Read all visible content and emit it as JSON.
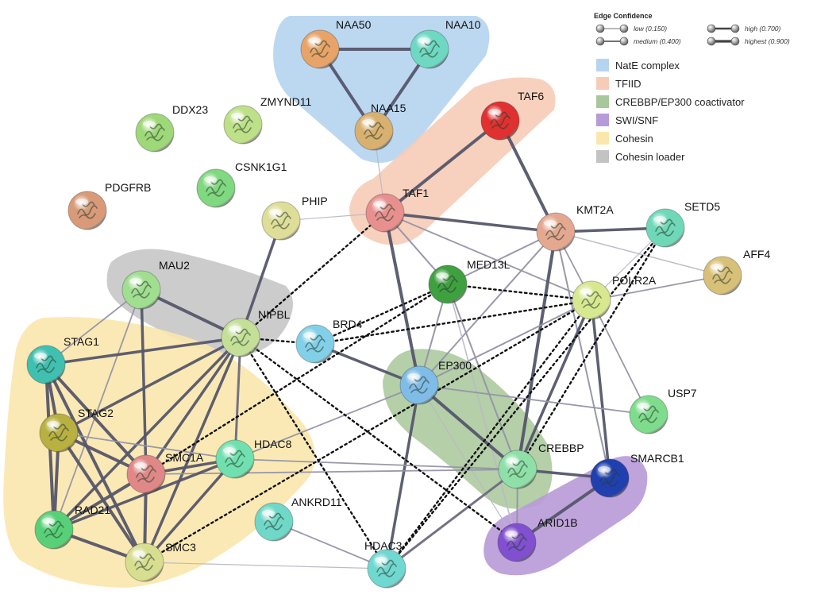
{
  "legend": {
    "title": "Edge Confidence",
    "confidence": [
      {
        "key": "low",
        "label": "low (0.150)"
      },
      {
        "key": "high",
        "label": "high (0.700)"
      },
      {
        "key": "medium",
        "label": "medium (0.400)"
      },
      {
        "key": "highest",
        "label": "highest (0.900)"
      }
    ],
    "groups": [
      {
        "key": "nate",
        "label": "NatE complex",
        "color": "#b5d4f0"
      },
      {
        "key": "tfiid",
        "label": "TFIID",
        "color": "#f6ccb7"
      },
      {
        "key": "crebbp",
        "label": "CREBBP/EP300 coactivator",
        "color": "#a8c79a"
      },
      {
        "key": "swisnf",
        "label": "SWI/SNF",
        "color": "#b89ad8"
      },
      {
        "key": "cohesin",
        "label": "Cohesin",
        "color": "#fbe7ad"
      },
      {
        "key": "loader",
        "label": "Cohesin loader",
        "color": "#c3c3c3"
      }
    ]
  },
  "nodes": [
    {
      "id": "NAA50",
      "label": "NAA50",
      "color": "#e8a468",
      "icon": "protein-structure-icon"
    },
    {
      "id": "NAA10",
      "label": "NAA10",
      "color": "#6ed8c2",
      "icon": "protein-structure-icon"
    },
    {
      "id": "NAA15",
      "label": "NAA15",
      "color": "#d8b070",
      "icon": "protein-structure-icon"
    },
    {
      "id": "TAF6",
      "label": "TAF6",
      "color": "#e03030",
      "icon": "protein-structure-icon"
    },
    {
      "id": "TAF1",
      "label": "TAF1",
      "color": "#e89090",
      "icon": "protein-structure-icon"
    },
    {
      "id": "KMT2A",
      "label": "KMT2A",
      "color": "#e4a890",
      "icon": "protein-structure-icon"
    },
    {
      "id": "SETD5",
      "label": "SETD5",
      "color": "#6ed8b8",
      "icon": "protein-structure-icon"
    },
    {
      "id": "AFF4",
      "label": "AFF4",
      "color": "#d8c078",
      "icon": "protein-structure-icon"
    },
    {
      "id": "DDX23",
      "label": "DDX23",
      "color": "#9ed878",
      "icon": "protein-structure-icon"
    },
    {
      "id": "ZMYND11",
      "label": "ZMYND11",
      "color": "#bde088",
      "icon": "protein-structure-icon"
    },
    {
      "id": "CSNK1G1",
      "label": "CSNK1G1",
      "color": "#80d880",
      "icon": "protein-structure-icon"
    },
    {
      "id": "PDGFRB",
      "label": "PDGFRB",
      "color": "#d89a78",
      "icon": "protein-structure-icon"
    },
    {
      "id": "PHIP",
      "label": "PHIP",
      "color": "#dede98",
      "icon": "protein-structure-icon"
    },
    {
      "id": "MED13L",
      "label": "MED13L",
      "color": "#3fa040",
      "icon": "protein-structure-icon"
    },
    {
      "id": "POLR2A",
      "label": "POLR2A",
      "color": "#d8e890",
      "icon": "protein-structure-icon"
    },
    {
      "id": "MAU2",
      "label": "MAU2",
      "color": "#a0de90",
      "icon": "protein-structure-icon"
    },
    {
      "id": "NIPBL",
      "label": "NIPBL",
      "color": "#c4e098",
      "icon": "protein-structure-icon"
    },
    {
      "id": "BRD4",
      "label": "BRD4",
      "color": "#82d0e8",
      "icon": "protein-structure-icon"
    },
    {
      "id": "STAG1",
      "label": "STAG1",
      "color": "#40c0b0",
      "icon": "protein-structure-icon"
    },
    {
      "id": "EP300",
      "label": "EP300",
      "color": "#80bce8",
      "icon": "protein-structure-icon"
    },
    {
      "id": "USP7",
      "label": "USP7",
      "color": "#7edc8c",
      "icon": "protein-structure-icon"
    },
    {
      "id": "STAG2",
      "label": "STAG2",
      "color": "#b8b040",
      "icon": "protein-structure-icon"
    },
    {
      "id": "SMC1A",
      "label": "SMC1A",
      "color": "#e08888",
      "icon": "protein-structure-icon"
    },
    {
      "id": "HDAC8",
      "label": "HDAC8",
      "color": "#70e0b0",
      "icon": "protein-structure-icon"
    },
    {
      "id": "CREBBP",
      "label": "CREBBP",
      "color": "#8ee0a8",
      "icon": "protein-structure-icon"
    },
    {
      "id": "SMARCB1",
      "label": "SMARCB1",
      "color": "#2040b0",
      "icon": "protein-structure-icon"
    },
    {
      "id": "RAD21",
      "label": "RAD21",
      "color": "#58d078",
      "icon": "protein-structure-icon"
    },
    {
      "id": "ANKRD11",
      "label": "ANKRD11",
      "color": "#70d8c8",
      "icon": "protein-structure-icon"
    },
    {
      "id": "ARID1B",
      "label": "ARID1B",
      "color": "#8050d0",
      "icon": "protein-structure-icon"
    },
    {
      "id": "SMC3",
      "label": "SMC3",
      "color": "#d8de90",
      "icon": "protein-structure-icon"
    },
    {
      "id": "HDAC3",
      "label": "HDAC3",
      "color": "#70d8d0",
      "icon": "protein-structure-icon"
    }
  ],
  "edges": [
    {
      "a": "NAA50",
      "b": "NAA10",
      "w": 4
    },
    {
      "a": "NAA50",
      "b": "NAA15",
      "w": 4
    },
    {
      "a": "NAA10",
      "b": "NAA15",
      "w": 4
    },
    {
      "a": "NAA15",
      "b": "TAF1",
      "w": 1.2
    },
    {
      "a": "TAF6",
      "b": "TAF1",
      "w": 4
    },
    {
      "a": "TAF6",
      "b": "KMT2A",
      "w": 4
    },
    {
      "a": "TAF1",
      "b": "KMT2A",
      "w": 3.5
    },
    {
      "a": "TAF1",
      "b": "PHIP",
      "w": 1.2
    },
    {
      "a": "TAF1",
      "b": "MED13L",
      "w": 2
    },
    {
      "a": "TAF1",
      "b": "POLR2A",
      "w": 1.8
    },
    {
      "a": "TAF1",
      "b": "EP300",
      "w": 4
    },
    {
      "a": "KMT2A",
      "b": "SETD5",
      "w": 3.5
    },
    {
      "a": "KMT2A",
      "b": "AFF4",
      "w": 1.5
    },
    {
      "a": "KMT2A",
      "b": "POLR2A",
      "w": 1.8
    },
    {
      "a": "KMT2A",
      "b": "MED13L",
      "w": 2
    },
    {
      "a": "KMT2A",
      "b": "EP300",
      "w": 2
    },
    {
      "a": "KMT2A",
      "b": "CREBBP",
      "w": 4
    },
    {
      "a": "KMT2A",
      "b": "SMARCB1",
      "w": 2
    },
    {
      "a": "SETD5",
      "b": "POLR2A",
      "w": 1.2
    },
    {
      "a": "POLR2A",
      "b": "AFF4",
      "w": 1.8
    },
    {
      "a": "POLR2A",
      "b": "USP7",
      "w": 1.8
    },
    {
      "a": "POLR2A",
      "b": "CREBBP",
      "w": 3.5
    },
    {
      "a": "POLR2A",
      "b": "SMARCB1",
      "w": 3.5
    },
    {
      "a": "POLR2A",
      "b": "EP300",
      "w": 2
    },
    {
      "a": "MED13L",
      "b": "EP300",
      "w": 2
    },
    {
      "a": "MED13L",
      "b": "CREBBP",
      "w": 2
    },
    {
      "a": "MED13L",
      "b": "ARID1B",
      "w": 1.5
    },
    {
      "a": "PHIP",
      "b": "NIPBL",
      "w": 3.5
    },
    {
      "a": "BRD4",
      "b": "EP300",
      "w": 3.5
    },
    {
      "a": "EP300",
      "b": "CREBBP",
      "w": 4
    },
    {
      "a": "EP300",
      "b": "USP7",
      "w": 1.8
    },
    {
      "a": "EP300",
      "b": "HDAC3",
      "w": 3.5
    },
    {
      "a": "EP300",
      "b": "HDAC8",
      "w": 1.8
    },
    {
      "a": "EP300",
      "b": "ARID1B",
      "w": 1.2
    },
    {
      "a": "CREBBP",
      "b": "SMARCB1",
      "w": 3.5
    },
    {
      "a": "CREBBP",
      "b": "ARID1B",
      "w": 2
    },
    {
      "a": "CREBBP",
      "b": "HDAC3",
      "w": 3
    },
    {
      "a": "CREBBP",
      "b": "HDAC8",
      "w": 1.8
    },
    {
      "a": "SMARCB1",
      "b": "ARID1B",
      "w": 4
    },
    {
      "a": "ANKRD11",
      "b": "HDAC3",
      "w": 1.8
    },
    {
      "a": "SMC3",
      "b": "HDAC3",
      "w": 1.2
    },
    {
      "a": "MAU2",
      "b": "NIPBL",
      "w": 4
    },
    {
      "a": "MAU2",
      "b": "STAG1",
      "w": 1.8
    },
    {
      "a": "MAU2",
      "b": "SMC1A",
      "w": 3.5
    },
    {
      "a": "MAU2",
      "b": "RAD21",
      "w": 1.8
    },
    {
      "a": "NIPBL",
      "b": "STAG1",
      "w": 3.5
    },
    {
      "a": "NIPBL",
      "b": "STAG2",
      "w": 3.5
    },
    {
      "a": "NIPBL",
      "b": "SMC1A",
      "w": 3.5
    },
    {
      "a": "NIPBL",
      "b": "SMC3",
      "w": 3.5
    },
    {
      "a": "NIPBL",
      "b": "RAD21",
      "w": 3.5
    },
    {
      "a": "NIPBL",
      "b": "HDAC8",
      "w": 3
    },
    {
      "a": "STAG1",
      "b": "STAG2",
      "w": 4
    },
    {
      "a": "STAG1",
      "b": "SMC1A",
      "w": 4
    },
    {
      "a": "STAG1",
      "b": "RAD21",
      "w": 4
    },
    {
      "a": "STAG1",
      "b": "SMC3",
      "w": 4
    },
    {
      "a": "STAG2",
      "b": "SMC1A",
      "w": 4
    },
    {
      "a": "STAG2",
      "b": "RAD21",
      "w": 4
    },
    {
      "a": "STAG2",
      "b": "SMC3",
      "w": 4
    },
    {
      "a": "STAG2",
      "b": "HDAC8",
      "w": 1.8
    },
    {
      "a": "SMC1A",
      "b": "HDAC8",
      "w": 3.5
    },
    {
      "a": "SMC1A",
      "b": "RAD21",
      "w": 4
    },
    {
      "a": "SMC1A",
      "b": "SMC3",
      "w": 4
    },
    {
      "a": "SMC1A",
      "b": "CREBBP",
      "w": 1.8
    },
    {
      "a": "HDAC8",
      "b": "RAD21",
      "w": 3.5
    },
    {
      "a": "HDAC8",
      "b": "SMC3",
      "w": 3.5
    },
    {
      "a": "RAD21",
      "b": "SMC3",
      "w": 4
    },
    {
      "a": "NIPBL",
      "b": "TAF1",
      "w": 0,
      "dotted": true
    },
    {
      "a": "BRD4",
      "b": "MED13L",
      "w": 0,
      "dotted": true
    },
    {
      "a": "BRD4",
      "b": "POLR2A",
      "w": 0,
      "dotted": true
    },
    {
      "a": "NIPBL",
      "b": "BRD4",
      "w": 0,
      "dotted": true
    },
    {
      "a": "NIPBL",
      "b": "HDAC3",
      "w": 0,
      "dotted": true
    },
    {
      "a": "NIPBL",
      "b": "ARID1B",
      "w": 0,
      "dotted": true
    },
    {
      "a": "MED13L",
      "b": "POLR2A",
      "w": 0,
      "dotted": true
    },
    {
      "a": "MED13L",
      "b": "SMC1A",
      "w": 0,
      "dotted": true
    },
    {
      "a": "POLR2A",
      "b": "SMC3",
      "w": 0,
      "dotted": true
    },
    {
      "a": "POLR2A",
      "b": "HDAC3",
      "w": 0,
      "dotted": true
    },
    {
      "a": "SETD5",
      "b": "HDAC3",
      "w": 0,
      "dotted": true
    },
    {
      "a": "SETD5",
      "b": "CREBBP",
      "w": 0,
      "dotted": true
    }
  ]
}
